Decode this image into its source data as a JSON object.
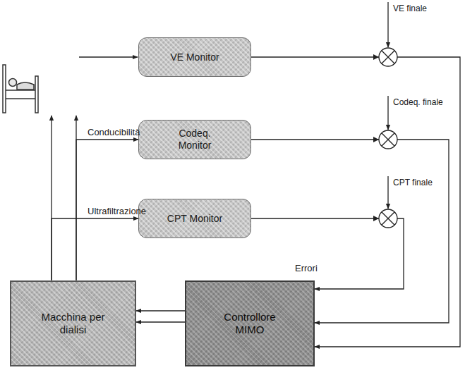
{
  "diagram": {
    "nodes": [
      {
        "text": [
          "VE Monitor"
        ]
      },
      {
        "text": [
          "Codeq. Monitor"
        ]
      },
      {
        "text": [
          "CPT Monitor"
        ]
      },
      {
        "text": [
          "Macchina per dialisi"
        ]
      },
      {
        "text": [
          "Controllore MIMO"
        ]
      }
    ],
    "edges": [
      {
        "from": 3,
        "to": 1,
        "label": "Conducibilità",
        "arrow": "to"
      },
      {
        "from": 3,
        "to": 2,
        "label": "Ultrafiltrazione",
        "arrow": "to"
      },
      {
        "from": 0,
        "to": 4,
        "arrow": "to"
      },
      {
        "from": 1,
        "to": 4,
        "arrow": "to"
      },
      {
        "from": 2,
        "to": 4,
        "label": "Errori",
        "arrow": "to"
      },
      {
        "from": 4,
        "to": 3,
        "arrow": "to"
      },
      {
        "from": 4,
        "to": 3,
        "arrow": "to"
      }
    ],
    "labels": [
      "VE finale",
      "Codeq. finale",
      "CPT finale"
    ]
  }
}
